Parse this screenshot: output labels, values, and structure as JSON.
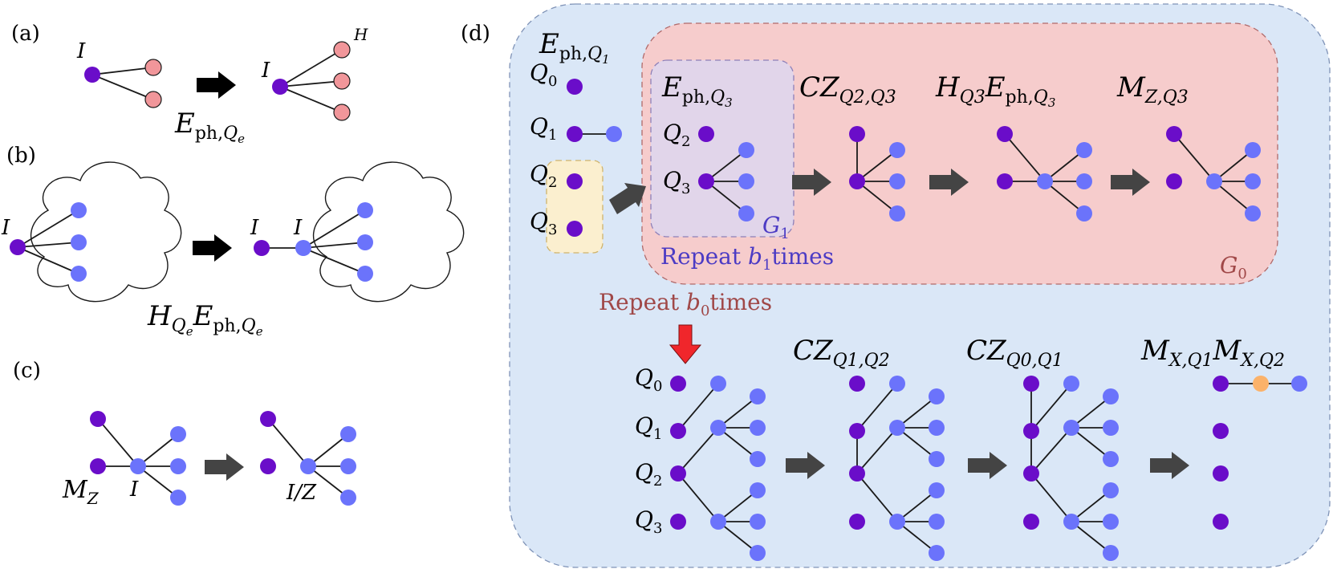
{
  "panels": {
    "a": "(a)",
    "b": "(b)",
    "c": "(c)",
    "d": "(d)"
  },
  "colors": {
    "blue_bg": "#dae7f7",
    "red_bg": "#f6cccc",
    "purple_box": "#e1d5ea",
    "yellow_box": "#fbefcf",
    "purple_node": "#6a0dc9",
    "blue_node": "#6b73fb",
    "pink_node": "#f1969a",
    "orange_node": "#fbb26a",
    "red_arrow": "#f0262b",
    "g1_text": "#4c3bc4",
    "g0_text": "#a04848"
  },
  "labels": {
    "a_I1": "I",
    "a_I2": "I",
    "a_H": "H",
    "a_op": {
      "main": "E",
      "sub_rm": "ph,",
      "sub_it": "Q",
      "subsub": "e"
    },
    "b_I1": "I",
    "b_I2": "I",
    "b_I3": "I",
    "b_op1": {
      "main": "H",
      "sub_it": "Q",
      "subsub": "e"
    },
    "b_op2": {
      "main": "E",
      "sub_rm": "ph,",
      "sub_it": "Q",
      "subsub": "e"
    },
    "c_MZ": {
      "main": "M",
      "sub": "Z"
    },
    "c_I": "I",
    "c_IZ": "I/Z",
    "d_Eph_Q1": {
      "main": "E",
      "sub_rm": "ph,",
      "sub_it": "Q",
      "subsub": "1"
    },
    "d_Eph_Q3": {
      "main": "E",
      "sub_rm": "ph,",
      "sub_it": "Q",
      "subsub": "3"
    },
    "d_CZ_Q2Q3": {
      "main": "CZ",
      "sub": "Q2,Q3"
    },
    "d_H_E_Q3": {
      "h": "H",
      "h_sub": "Q3",
      "e": "E",
      "e_sub_rm": "ph,",
      "e_sub_it": "Q",
      "e_subsub": "3"
    },
    "d_MZ_Q3": {
      "main": "M",
      "sub": "Z,Q3"
    },
    "d_CZ_Q1Q2": {
      "main": "CZ",
      "sub": "Q1,Q2"
    },
    "d_CZ_Q0Q1": {
      "main": "CZ",
      "sub": "Q0,Q1"
    },
    "d_MX": {
      "m1": "M",
      "m1_sub": "X,Q1",
      "m2": "M",
      "m2_sub": "X,Q2"
    },
    "Q": "Q",
    "q0": "0",
    "q1": "1",
    "q2": "2",
    "q3": "3",
    "G1": {
      "main": "G",
      "sub": "1"
    },
    "G0": {
      "main": "G",
      "sub": "0"
    },
    "repeat_b1": {
      "pre": "Repeat ",
      "var": "b",
      "sub": "1",
      "post": "times"
    },
    "repeat_b0": {
      "pre": "Repeat ",
      "var": "b",
      "sub": "0",
      "post": "times"
    }
  }
}
